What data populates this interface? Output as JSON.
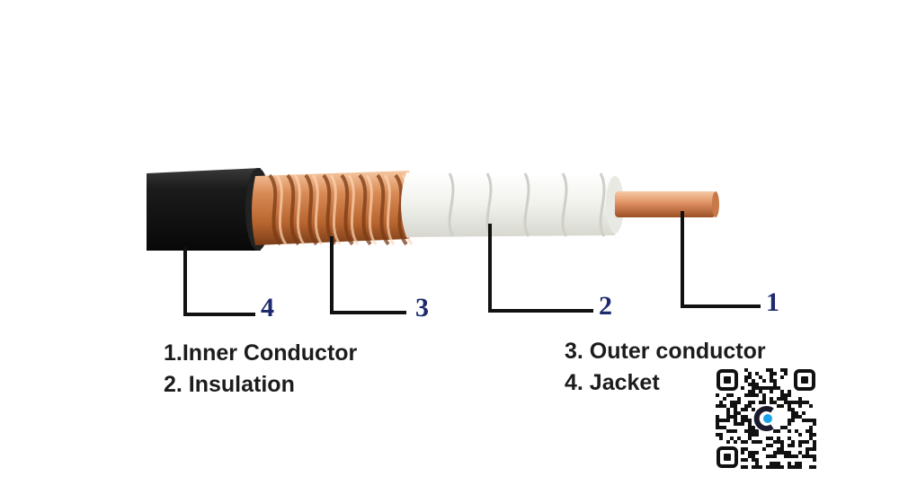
{
  "callouts": [
    {
      "number": "1",
      "part": "inner-conductor"
    },
    {
      "number": "2",
      "part": "insulation"
    },
    {
      "number": "3",
      "part": "outer-conductor"
    },
    {
      "number": "4",
      "part": "jacket"
    }
  ],
  "legend": {
    "item1": "1.Inner Conductor",
    "item2": "2. Insulation",
    "item3": "3. Outer conductor",
    "item4": "4. Jacket"
  },
  "colors": {
    "jacket": "#141414",
    "copper_light": "#f0b58a",
    "copper_dark": "#a4582b",
    "insulation": "#f2f2ee",
    "callout_number": "#1e2a6e",
    "qr_accent": "#1aa3e8"
  },
  "icons": {
    "qr": "qr-code-icon"
  }
}
